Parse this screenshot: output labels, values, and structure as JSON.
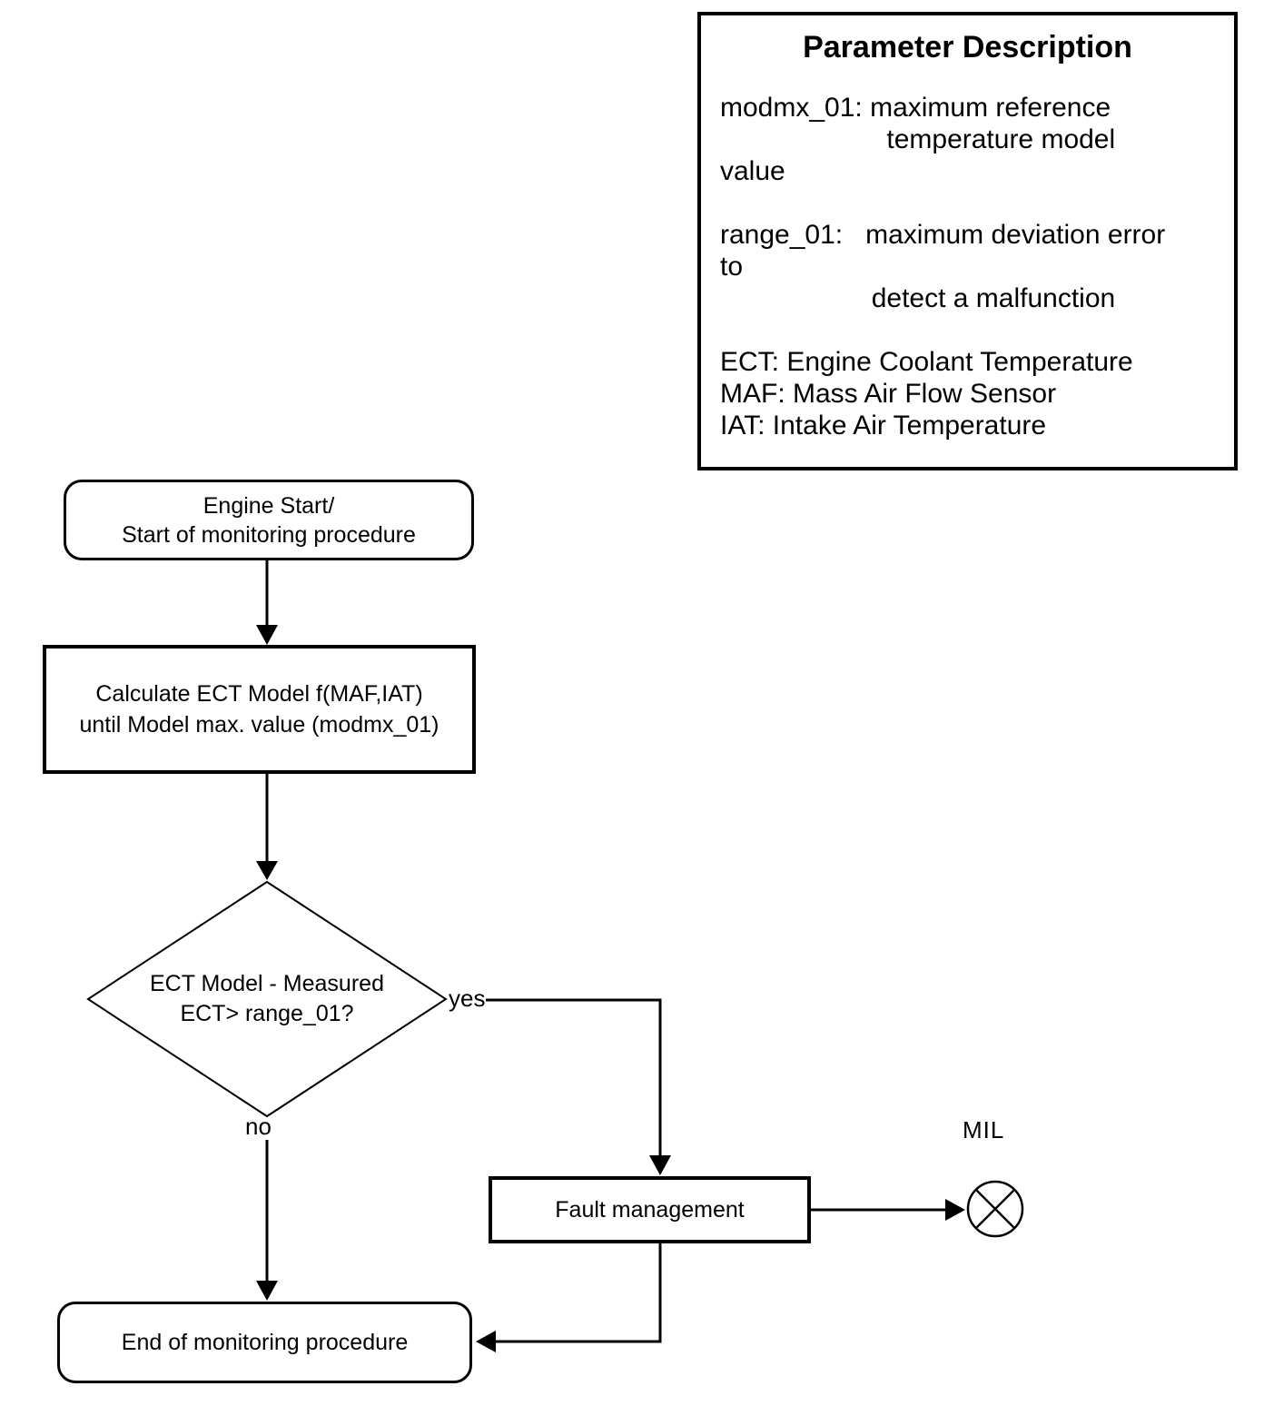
{
  "colors": {
    "stroke": "#000000",
    "background": "#ffffff"
  },
  "parameter_box": {
    "title": "Parameter Description",
    "lines": [
      "modmx_01: maximum reference",
      "                      temperature model",
      "value",
      "",
      "range_01:   maximum deviation error",
      "to",
      "                    detect a malfunction",
      "",
      "ECT: Engine Coolant Temperature",
      "MAF: Mass Air Flow Sensor",
      "IAT: Intake Air Temperature"
    ]
  },
  "flowchart": {
    "start_node": {
      "line1": "Engine Start/",
      "line2": "Start of monitoring procedure"
    },
    "calculate_node": {
      "line1": "Calculate ECT Model f(MAF,IAT)",
      "line2": "until Model max. value (modmx_01)"
    },
    "decision_node": {
      "line1": "ECT Model - Measured",
      "line2": "ECT> range_01?"
    },
    "yes_label": "yes",
    "no_label": "no",
    "fault_node": {
      "label": "Fault management"
    },
    "mil_label": "MIL",
    "end_node": {
      "label": "End of monitoring procedure"
    }
  }
}
